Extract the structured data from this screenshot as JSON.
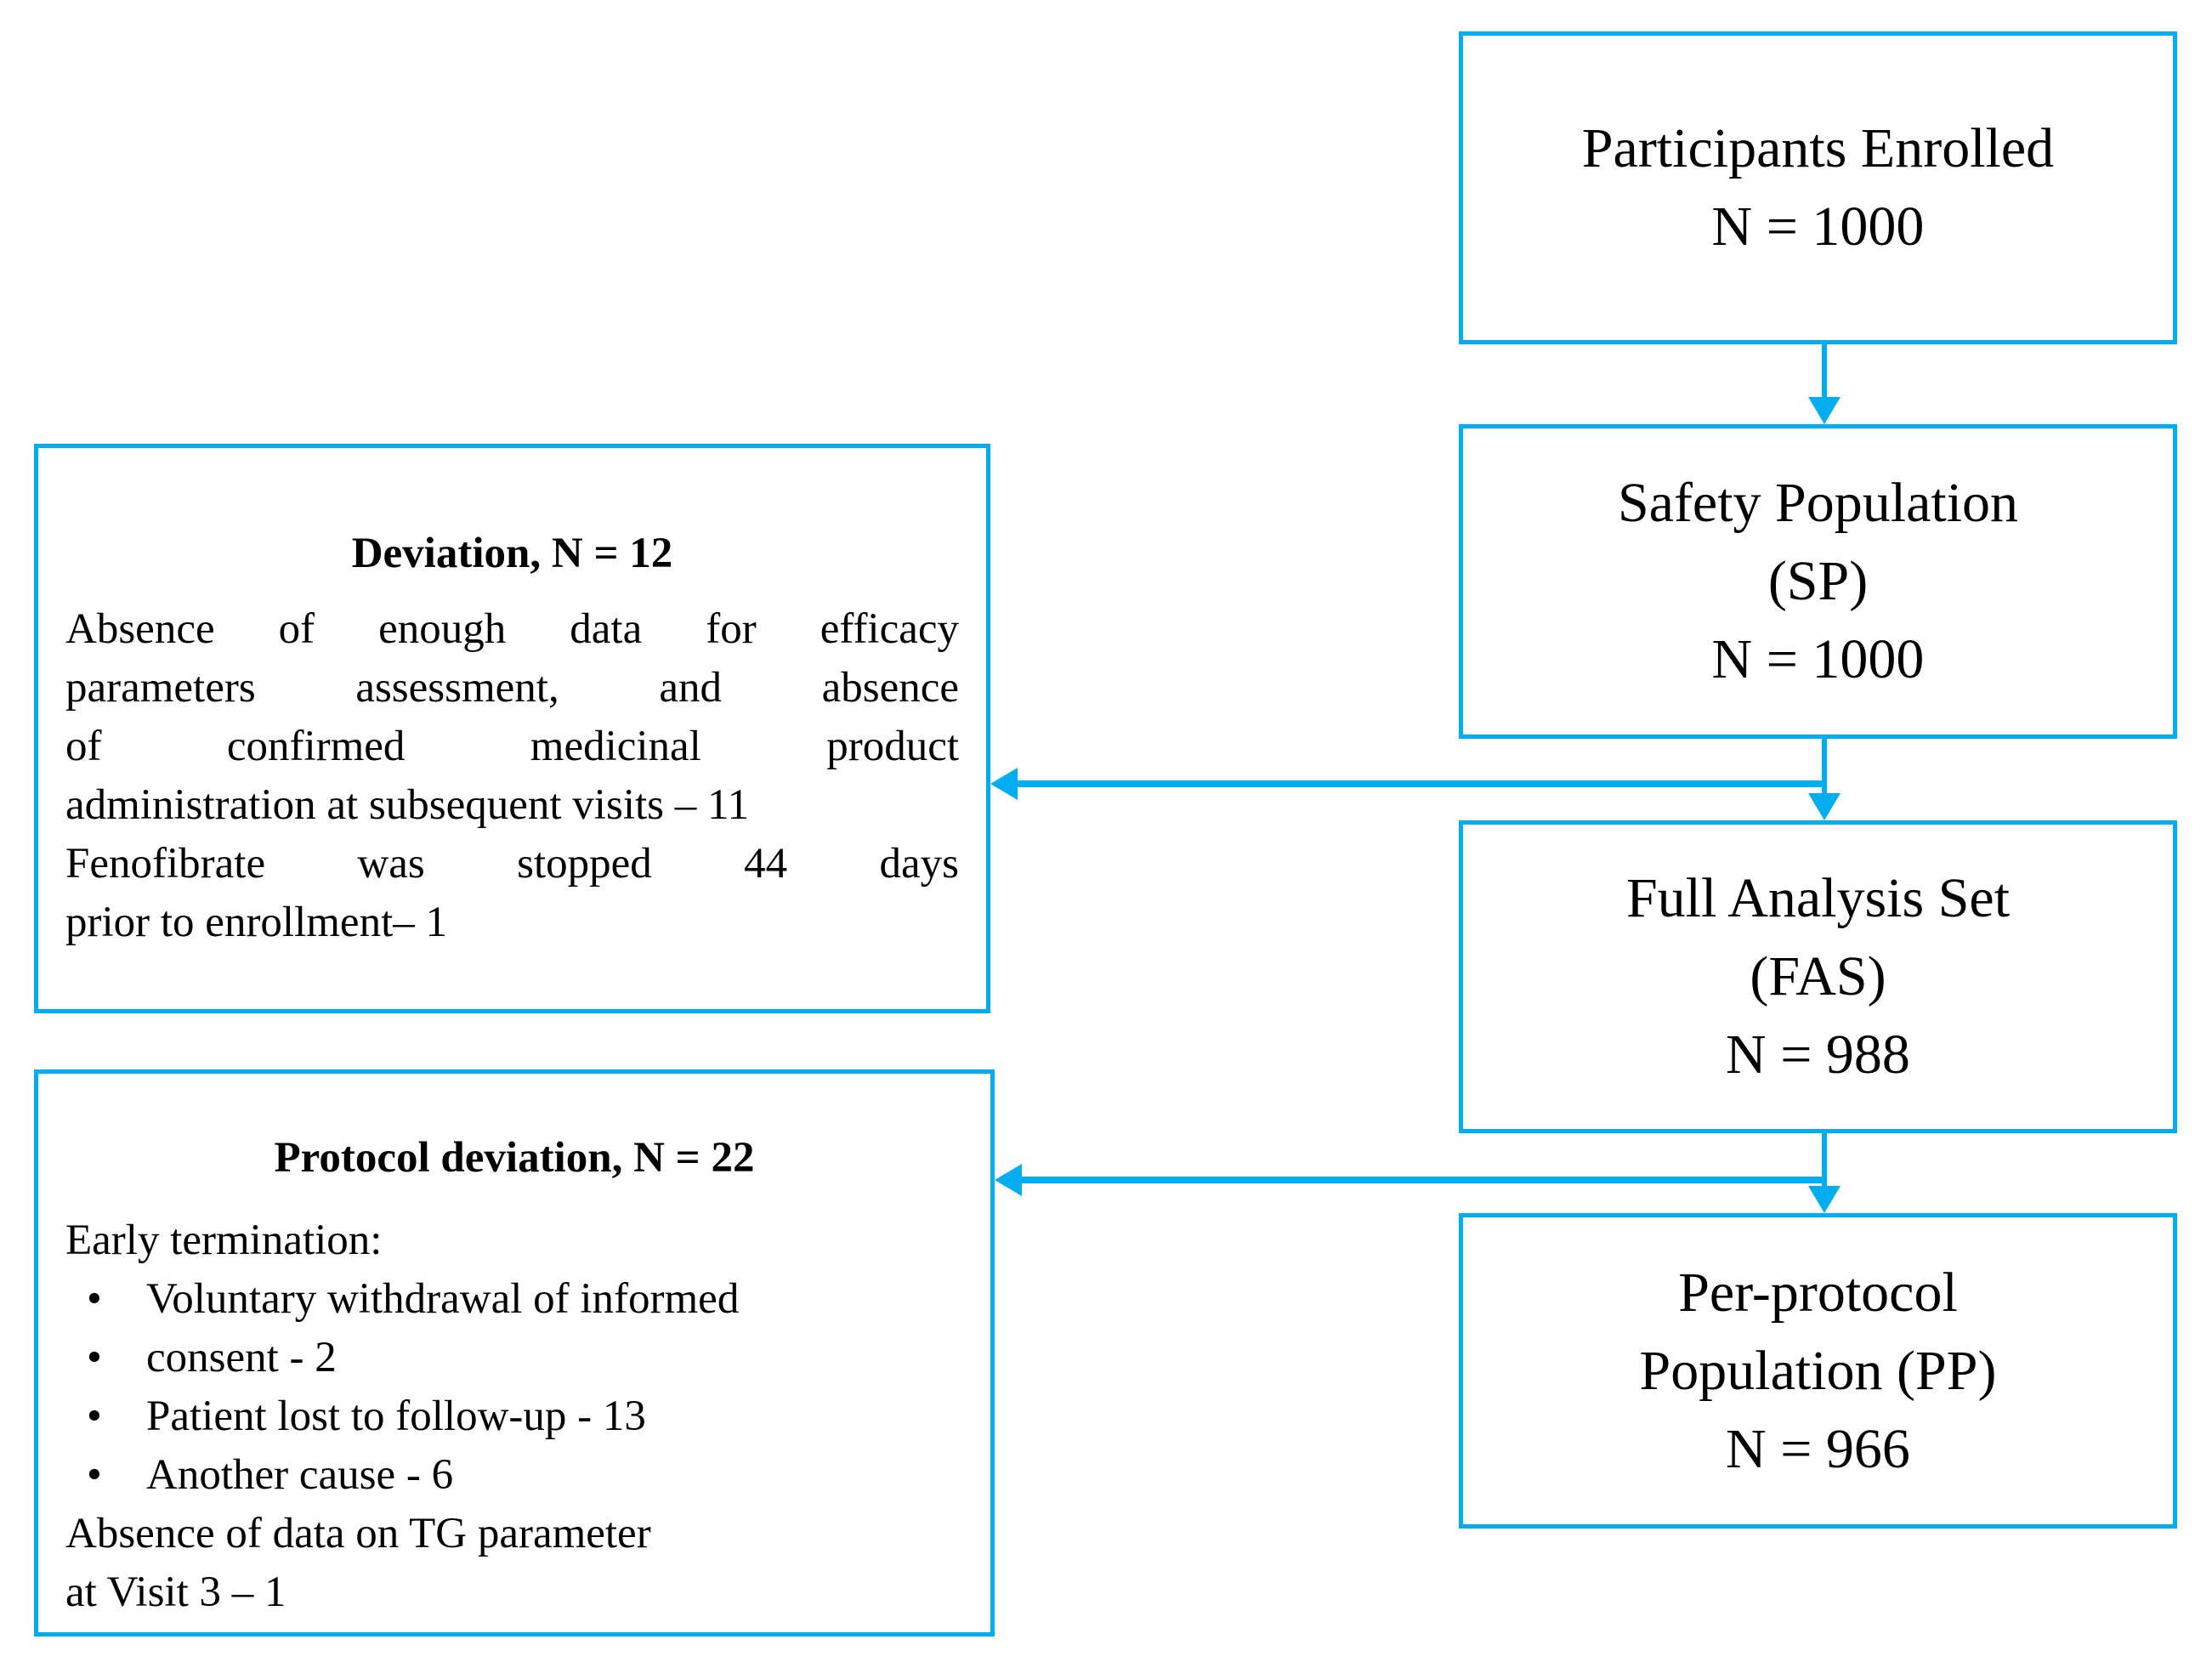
{
  "diagram": {
    "accent_color": "#00AEEF",
    "text_color": "#000000",
    "right_boxes": [
      {
        "name": "participants-enrolled",
        "lines": [
          "Participants Enrolled",
          "N = 1000"
        ]
      },
      {
        "name": "safety-population",
        "lines": [
          "Safety Population",
          "(SP)",
          "N = 1000"
        ]
      },
      {
        "name": "full-analysis-set",
        "lines": [
          "Full Analysis Set",
          "(FAS)",
          "N = 988"
        ]
      },
      {
        "name": "per-protocol",
        "lines": [
          "Per-protocol",
          "Population (PP)",
          "N = 966"
        ]
      }
    ],
    "left_boxes": [
      {
        "title": "Deviation, N = 12",
        "lines": [
          "Absence of enough data for efficacy",
          "parameters assessment, and absence",
          "of confirmed medicinal product",
          "administration at subsequent visits – 11",
          "Fenofibrate was stopped 44 days",
          "prior to enrollment– 1"
        ]
      },
      {
        "title": "Protocol deviation, N = 22",
        "items": [
          {
            "bullet": "",
            "text": "Early termination:"
          },
          {
            "bullet": "•",
            "text": "Voluntary withdrawal of informed"
          },
          {
            "bullet": "•",
            "text": "consent - 2"
          },
          {
            "bullet": "•",
            "text": "Patient lost to follow-up - 13"
          },
          {
            "bullet": "•",
            "text": "Another cause - 6"
          },
          {
            "bullet": "",
            "text": "Absence of data on TG parameter"
          },
          {
            "bullet": "",
            "text": "at Visit 3 – 1"
          }
        ]
      }
    ]
  }
}
